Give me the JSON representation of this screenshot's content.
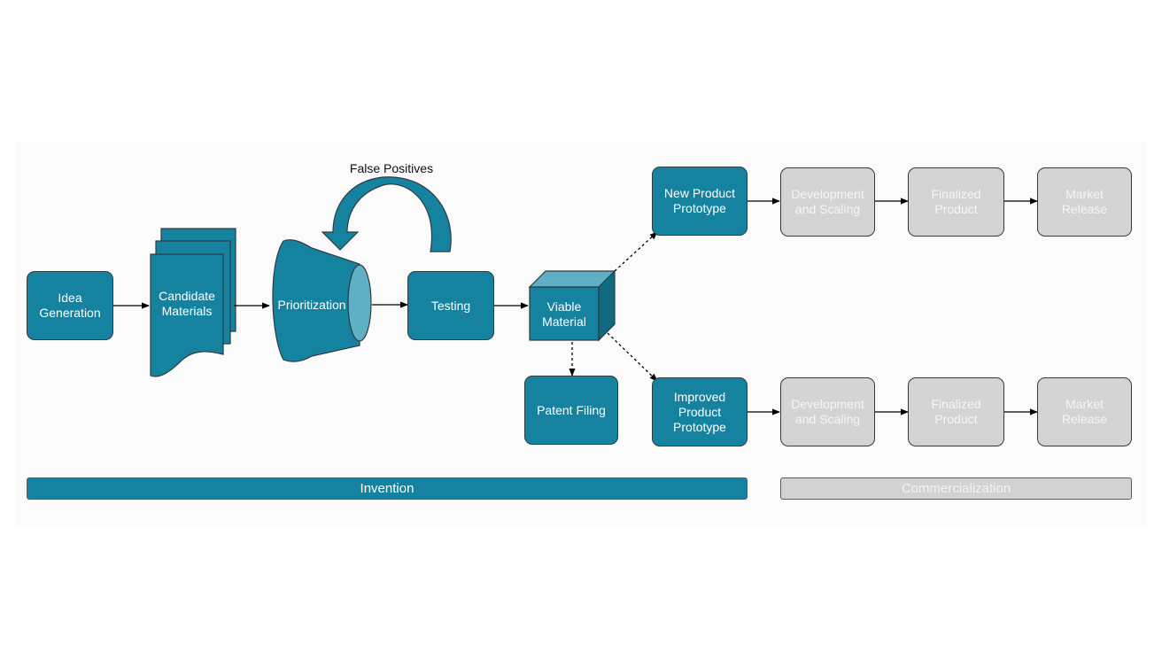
{
  "colors": {
    "teal": "#1583a0",
    "teal_dark": "#0f6a82",
    "teal_light": "#5fb0c4",
    "gray": "#d4d4d4",
    "arrow": "#000000"
  },
  "nodes": {
    "idea_generation": "Idea\nGeneration",
    "candidate_materials": "Candidate\nMaterials",
    "prioritization": "Prioritization",
    "testing": "Testing",
    "viable_material": "Viable\nMaterial",
    "patent_filing": "Patent Filing",
    "new_product_prototype": "New Product\nPrototype",
    "improved_product_prototype": "Improved\nProduct\nPrototype",
    "development_scaling_top": "Development\nand Scaling",
    "finalized_product_top": "Finalized\nProduct",
    "market_release_top": "Market\nRelease",
    "development_scaling_bottom": "Development\nand Scaling",
    "finalized_product_bottom": "Finalized\nProduct",
    "market_release_bottom": "Market\nRelease"
  },
  "loop_label": "False Positives",
  "phases": {
    "invention": "Invention",
    "commercialization": "Commercialization"
  },
  "icons": {
    "stack": "document-stack-icon",
    "funnel": "funnel-icon",
    "cube": "cube-icon",
    "loop": "curved-arrow-icon"
  }
}
